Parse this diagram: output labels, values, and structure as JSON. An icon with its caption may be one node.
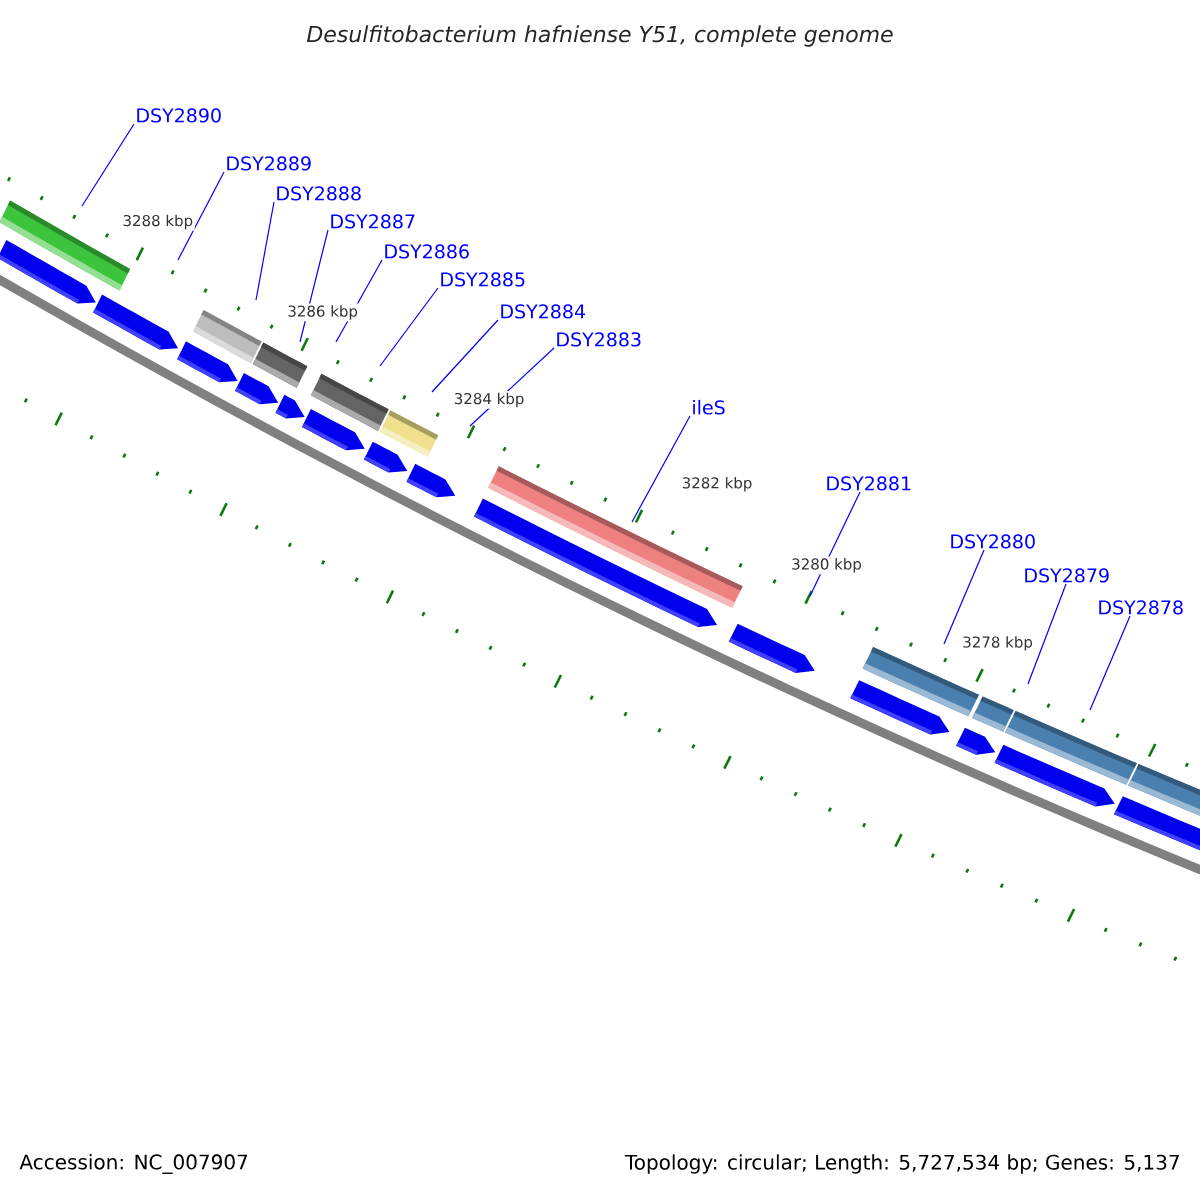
{
  "diagram": {
    "title": "Desulfitobacterium hafniense Y51, complete genome",
    "nodes": [
      {
        "text": [
          "DSY2890"
        ]
      },
      {
        "text": [
          "DSY2889"
        ]
      },
      {
        "text": [
          "DSY2888"
        ]
      },
      {
        "text": [
          "DSY2887"
        ]
      },
      {
        "text": [
          "DSY2886"
        ]
      },
      {
        "text": [
          "DSY2885"
        ]
      },
      {
        "text": [
          "DSY2884"
        ]
      },
      {
        "text": [
          "DSY2883"
        ]
      },
      {
        "text": [
          "ileS"
        ]
      },
      {
        "text": [
          "DSY2881"
        ]
      },
      {
        "text": [
          "DSY2880"
        ]
      },
      {
        "text": [
          "DSY2879"
        ]
      },
      {
        "text": [
          "DSY2878"
        ]
      }
    ],
    "edges": [
      {
        "from": 0,
        "to": null,
        "arrow": "none"
      },
      {
        "from": 1,
        "to": null,
        "arrow": "none"
      },
      {
        "from": 2,
        "to": null,
        "arrow": "none"
      },
      {
        "from": 3,
        "to": null,
        "arrow": "none"
      },
      {
        "from": 4,
        "to": null,
        "arrow": "none"
      },
      {
        "from": 5,
        "to": null,
        "arrow": "none"
      },
      {
        "from": 6,
        "to": null,
        "arrow": "none"
      },
      {
        "from": 7,
        "to": null,
        "arrow": "none"
      },
      {
        "from": 8,
        "to": null,
        "arrow": "none"
      },
      {
        "from": 9,
        "to": null,
        "arrow": "none"
      },
      {
        "from": 10,
        "to": null,
        "arrow": "none"
      },
      {
        "from": 11,
        "to": null,
        "arrow": "none"
      },
      {
        "from": 12,
        "to": null,
        "arrow": "none"
      }
    ],
    "labels": [
      "3288 kbp",
      "3286 kbp",
      "3284 kbp",
      "3282 kbp",
      "3280 kbp",
      "3278 kbp",
      "Accession: NC_007907",
      "Topology: circular; Length: 5,727,534 bp; Genes: 5,137"
    ]
  }
}
